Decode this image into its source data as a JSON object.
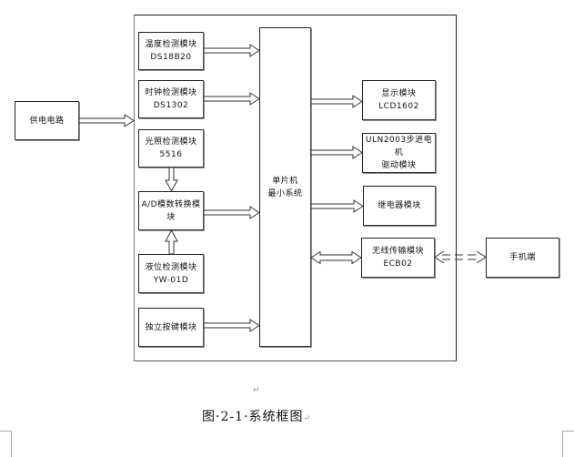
{
  "diagram": {
    "power": {
      "label": "供电电路"
    },
    "mcu": {
      "line1": "单片机",
      "line2": "最小系统"
    },
    "inputs": [
      {
        "line1": "温度检测模块",
        "line2": "DS18B20"
      },
      {
        "line1": "时钟检测模块",
        "line2": "DS1302"
      },
      {
        "line1": "光照检测模块",
        "line2": "5516"
      },
      {
        "line1": "A/D模数转换模",
        "line2": "块"
      },
      {
        "line1": "液位检测模块",
        "line2": "YW-01D"
      },
      {
        "line1": "独立按键模块",
        "line2": ""
      }
    ],
    "outputs": [
      {
        "line1": "显示模块LCD1602",
        "line2": ""
      },
      {
        "line1": "ULN2003步进电机",
        "line2": "驱动模块"
      },
      {
        "line1": "继电器模块",
        "line2": ""
      },
      {
        "line1": "无线传输模块",
        "line2": "ECB02"
      }
    ],
    "phone": {
      "label": "手机端"
    }
  },
  "caption": {
    "text": "图·2-1·系统框图",
    "para_mark": "↵"
  },
  "para_mark_top": "↵"
}
